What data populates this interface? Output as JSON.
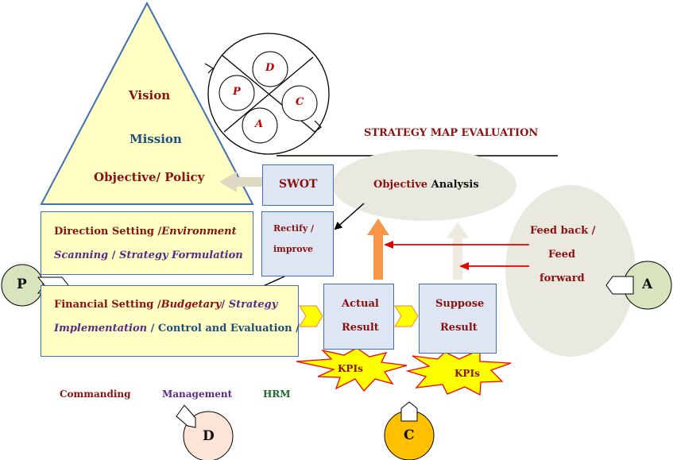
{
  "pyramid": {
    "vision": "Vision",
    "mission": "Mission",
    "objective": "Objective/ Policy"
  },
  "pdca_circle": {
    "d": "D",
    "p": "P",
    "c": "C",
    "a": "A"
  },
  "title": "STRATEGY MAP EVALUATION",
  "swot": "SWOT",
  "objective_analysis": {
    "part1": "Objective",
    "part2": " Analysis"
  },
  "rectify": {
    "line1": "Rectify /",
    "line2": "improve"
  },
  "direction_box": {
    "line1_a": "Direction Setting /",
    "line1_b": "Environment",
    "line2_a": "Scanning",
    "line2_b": " / ",
    "line2_c": "Strategy Formulation"
  },
  "financial_box": {
    "line1_a": "Financial Setting /",
    "line1_b": "Budgetary",
    "line1_c": "/ ",
    "line1_d": "Strategy",
    "line2_a": "Implementation",
    "line2_b": " / Control and Evaluation /"
  },
  "actual": {
    "line1": "Actual",
    "line2": "Result"
  },
  "suppose": {
    "line1": "Suppose",
    "line2": "Result"
  },
  "kpi_label": "KPIs",
  "feedback": {
    "line1": "Feed back /",
    "line2": "Feed",
    "line3": "forward"
  },
  "badges": {
    "p": "P",
    "a": "A",
    "d": "D",
    "c": "C"
  },
  "bottom": {
    "commanding": "Commanding",
    "management": "Management",
    "hrm": "HRM"
  },
  "colors": {
    "yellow_fill": "#ffffc4",
    "box_fill": "#dde6f2",
    "box_border": "#3f6fb6",
    "ellipse_fill": "#eae9df",
    "orange_arrow": "#f79646",
    "kpi_fill": "#ffff00",
    "kpi_border": "#ff0000",
    "badge_green": "#d7e4bd",
    "badge_peach": "#fce4d6",
    "badge_gold": "#ffc000"
  }
}
